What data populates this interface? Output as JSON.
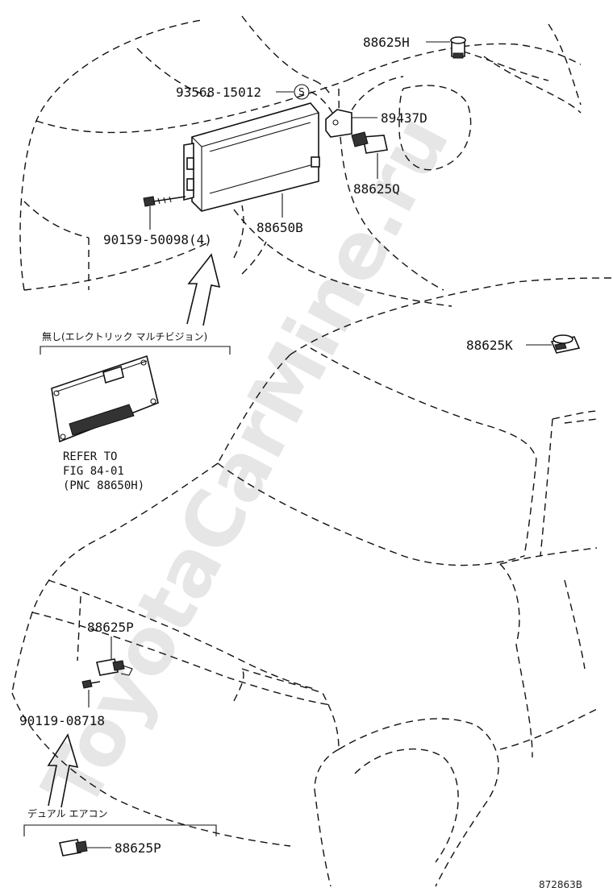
{
  "watermark": "ToyotaCarMine.ru",
  "parts": {
    "p_88625H": "88625H",
    "p_93568": "93568-15012",
    "p_93568_symbol": "S",
    "p_89437D": "89437D",
    "p_88625Q": "88625Q",
    "p_88650B": "88650B",
    "p_90159": "90159-50098(4)",
    "p_88625K": "88625K",
    "p_88625P_upper": "88625P",
    "p_90119": "90119-08718",
    "p_88625P_lower": "88625P"
  },
  "notes": {
    "without_emv": "無し(エレクトリック マルチビジョン)",
    "refer_line1": "REFER TO",
    "refer_line2": "FIG 84-01",
    "refer_line3": "(PNC 88650H)",
    "dual_aircon": "デュアル エアコン"
  },
  "figure_code": "872863B"
}
